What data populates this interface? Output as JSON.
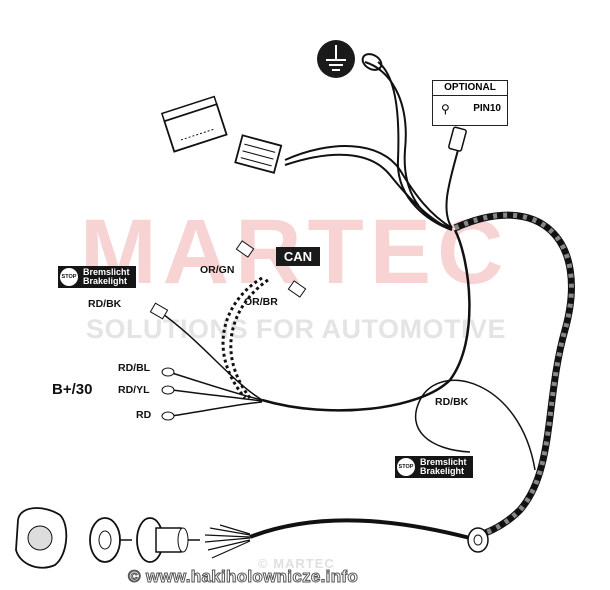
{
  "watermark": {
    "brand": "MARTEC",
    "tagline": "SOLUTIONS FOR AUTOMOTIVE",
    "footer_brand": "© MARTEC"
  },
  "labels": {
    "optional_title": "OPTIONAL",
    "pin10": "PIN10",
    "can": "CAN",
    "or_gn": "OR/GN",
    "or_br": "OR/BR",
    "rd_bk_left": "RD/BK",
    "rd_bl": "RD/BL",
    "rd_yl": "RD/YL",
    "rd": "RD",
    "b30": "B+/30",
    "rd_bk_right": "RD/BK"
  },
  "brakelight_left": {
    "stop": "STOP",
    "line1": "Bremslicht",
    "line2": "Brakelight"
  },
  "brakelight_right": {
    "stop": "STOP",
    "line1": "Bremslicht",
    "line2": "Brakelight"
  },
  "footer_url": "© www.hakiholownicze.info",
  "colors": {
    "line": "#111111",
    "watermark_red": "#f6c9c9",
    "label_bg": "#151515"
  }
}
